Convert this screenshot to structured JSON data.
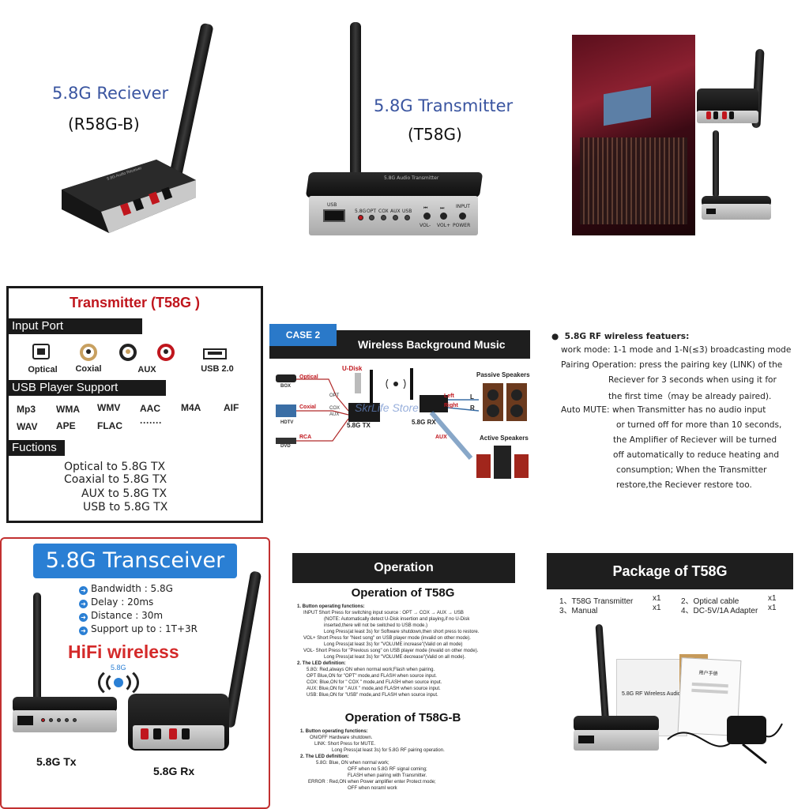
{
  "receiver": {
    "title": "5.8G Reciever",
    "model": "(R58G-B)",
    "plate_text": "5.8G Audio Receiver"
  },
  "transmitter": {
    "title": "5.8G Transmitter",
    "model": "(T58G)",
    "plate_text": "5.8G Audio Transmitter",
    "front_labels": [
      "USB",
      "5.8G",
      "OPT",
      "COX",
      "AUX",
      "USB",
      "⏮",
      "⏭",
      "VOL-",
      "VOL+",
      "INPUT",
      "POWER"
    ]
  },
  "spec_sheet": {
    "title": "Transmitter (T58G )",
    "input_port_label": "Input Port",
    "ports": [
      "Optical",
      "Coxial",
      "AUX",
      "USB 2.0"
    ],
    "usb_player_label": "USB Player Support",
    "formats_row1": [
      "Mp3",
      "WMA",
      "WMV",
      "AAC",
      "M4A",
      "AIF"
    ],
    "formats_row2": [
      "WAV",
      "APE",
      "FLAC",
      "·······"
    ],
    "functions_label": "Fuctions",
    "functions": [
      "Optical to 5.8G TX",
      "Coaxial to 5.8G TX",
      "AUX to 5.8G TX",
      "USB to 5.8G TX"
    ]
  },
  "case2": {
    "tag": "CASE 2",
    "title": "Wireless Background Music",
    "labels": {
      "udisk": "U-Disk",
      "box": "BOX",
      "hdtv": "HDTV",
      "dvd": "DVD",
      "optical": "Optical",
      "coxial": "Coxial",
      "rca": "RCA",
      "opt": "OPT",
      "cox": "COX",
      "aux": "AUX",
      "tx": "5.8G TX",
      "rx": "5.8G RX",
      "left": "Left",
      "right": "Right",
      "aux_out": "AUX",
      "l": "L",
      "r": "R",
      "passive": "Passive Speakers",
      "active": "Active Speakers",
      "watermark": "SkrLife Store"
    }
  },
  "features": {
    "heading": "5.8G RF wireless featuers:",
    "lines": [
      "work mode:  1-1 mode and 1-N(≤3)  broadcasting mode",
      "Pairing Operation: press the pairing key (LINK) of the",
      "Reciever  for 3 seconds when using it for",
      "the  first time（may be already paired).",
      "Auto MUTE: when Transmitter has no audio input",
      "or turned off for more than 10 seconds,",
      "the Amplifier of Reciever will be turned",
      "off automatically  to reduce heating and",
      "consumption; When the Transmitter",
      "restore,the Reciever restore too."
    ]
  },
  "transceiver": {
    "title": "5.8G Transceiver",
    "specs": [
      "Bandwidth : 5.8G",
      "Delay : 20ms",
      "Distance : 30m",
      "Support up to : 1T+3R"
    ],
    "hifi": "HiFi wireless",
    "wave_label": "5.8G",
    "tx_label": "5.8G Tx",
    "rx_label": "5.8G Rx"
  },
  "operation": {
    "bar": "Operation",
    "t58g_heading": "Operation of T58G",
    "t58g_lines": [
      "1.  Button operating functions:",
      "INPUT  Short Press for switching input source :  OPT  → COX  → AUX   → USB",
      "(NOTE: Automatically detect U-Disk insertion and playing,if no U-Disk",
      "inserted,there will not be switched to USB mode.)",
      "Long Press(at least 3s) for Software shutdown,then short press to restore.",
      "VOL+   Short Press for \"Next song\" on USB player mode (invalid on other mode).",
      "Long Press(at least 3s) for \"VOLUME increase\"(Valid on all mode)",
      "VOL-   Short Press for \"Previous song\" on USB player mode (invalid on other mode).",
      "Long Press(at least 3s) for \"VOLUME decrease\"(Valid on all mode).",
      "2.  The LED definition:",
      "5.8G: Red,always ON when normal work;Flash when pairing.",
      "OPT  Blue,ON for \"OPT\" mode,and FLASH when source input.",
      "COX: Blue,ON for \" COX \" mode,and FLASH when source input.",
      "AUX: Blue,ON for \" AUX \" mode,and FLASH when source input.",
      "USB: Blue,ON for \"USB\" mode,and FLASH when source input."
    ],
    "t58gb_heading": "Operation of T58G-B",
    "t58gb_lines": [
      "1.  Button operating functions:",
      "ON/OFF  Hardware shutdown.",
      "LINK:  Short Press for MUTE.",
      "Long Press(at least 3s) for 5.8G RF pairing operation.",
      "2.  The LED definition:",
      "5.8G: Blue, ON when normal work;",
      "OFF when no 5.8G RF signal coming;",
      "FLASH when pairing with Transmitter.",
      "ERROR : Red,ON when Power amplifier enter Protect mode;",
      "OFF when noramI work"
    ]
  },
  "package": {
    "title": "Package of T58G",
    "items": [
      {
        "left": "1、T58G Transmitter",
        "lq": "x1",
        "right": "2、Optical cable",
        "rq": "x1"
      },
      {
        "left": "3、Manual",
        "lq": "x1",
        "right": "4、DC-5V/1A Adapter",
        "rq": "x1"
      }
    ],
    "carton_text": "5.8G RF Wireless Audio",
    "manual_text": "用户手册"
  }
}
